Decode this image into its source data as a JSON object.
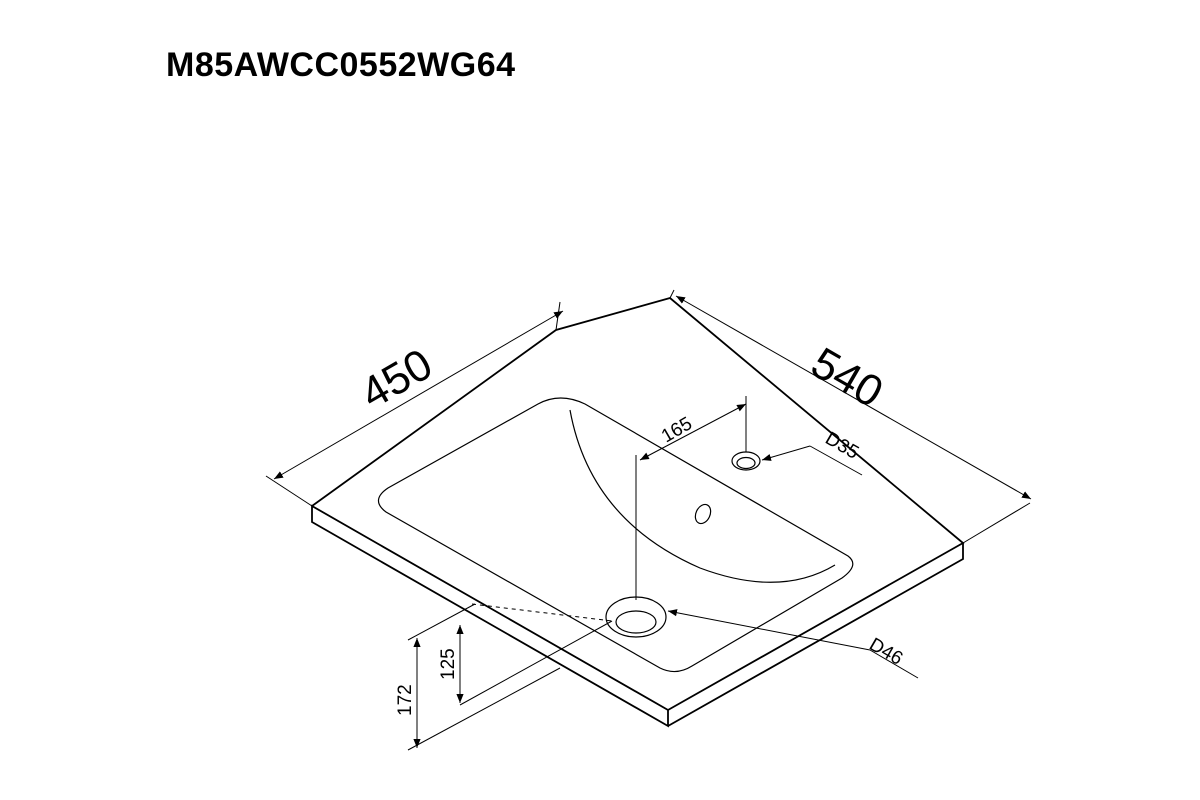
{
  "title": "M85AWCC0552WG64",
  "dimensions": {
    "width_label": "450",
    "depth_label": "540",
    "tap_offset_label": "165",
    "tap_hole_label": "D35",
    "drain_hole_label": "D46",
    "drain_height_label": "125",
    "total_height_label": "172"
  }
}
